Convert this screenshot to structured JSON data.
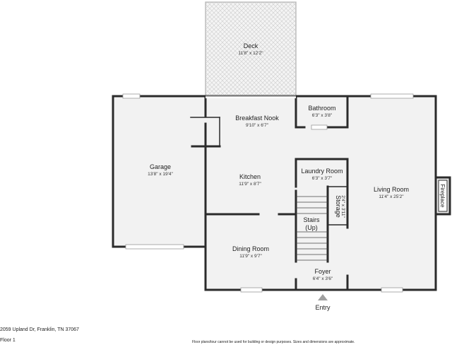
{
  "rooms": {
    "deck": {
      "name": "Deck",
      "dims": "11'8\" x 12'2\""
    },
    "breakfast_nook": {
      "name": "Breakfast Nook",
      "dims": "9'10\" x 6'7\""
    },
    "bathroom": {
      "name": "Bathroom",
      "dims": "6'3\" x 3'8\""
    },
    "garage": {
      "name": "Garage",
      "dims": "13'8\" x 19'4\""
    },
    "kitchen": {
      "name": "Kitchen",
      "dims": "11'9\" x 8'7\""
    },
    "laundry": {
      "name": "Laundry Room",
      "dims": "6'3\" x 3'7\""
    },
    "living": {
      "name": "Living Room",
      "dims": "11'4\" x 25'2\""
    },
    "storage": {
      "name": "Storage",
      "dims": "2'4\" x 3'11\""
    },
    "stairs": {
      "name": "Stairs",
      "note": "(Up)"
    },
    "dining": {
      "name": "Dining Room",
      "dims": "11'9\" x 9'7\""
    },
    "foyer": {
      "name": "Foyer",
      "dims": "6'4\" x 3'6\""
    },
    "fireplace": {
      "name": "Fireplace"
    }
  },
  "entry_label": "Entry",
  "footer": {
    "address": "2059 Upland Dr, Franklin, TN 37067",
    "floor": "Floor 1",
    "disclaimer": "Floor plans/tour cannot be used for building or design purposes. Sizes and dimensions are approximate."
  },
  "colors": {
    "wall": "#2b2b2b",
    "floor": "#f2f2f2",
    "window": "#ffffff",
    "entry_arrow": "#a0a0a0"
  }
}
